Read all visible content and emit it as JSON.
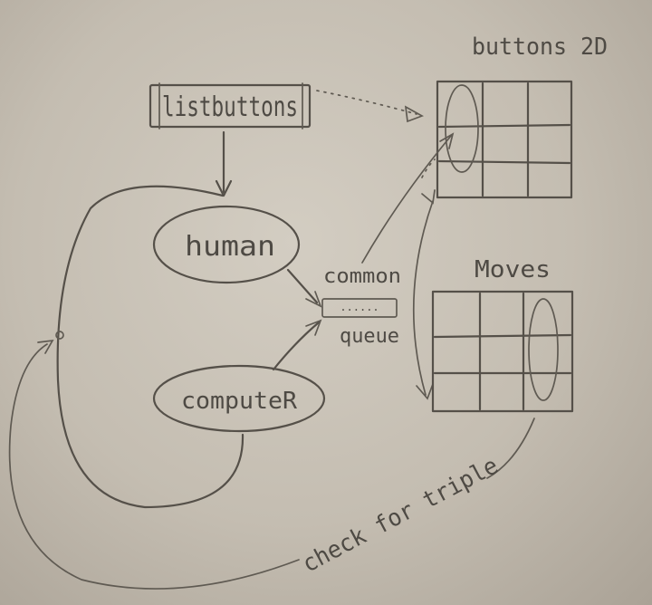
{
  "nodes": {
    "listbuttons": "listbuttons",
    "human": "human",
    "computer": "computeR",
    "common": "common",
    "queue": "queue",
    "queue_dots": "......",
    "buttons2d": "buttons 2D",
    "moves": "Moves"
  },
  "annotations": {
    "check_for_triple": "check for triple"
  },
  "colors": {
    "paper": "#cdc7bb",
    "pencil": "#555049"
  }
}
